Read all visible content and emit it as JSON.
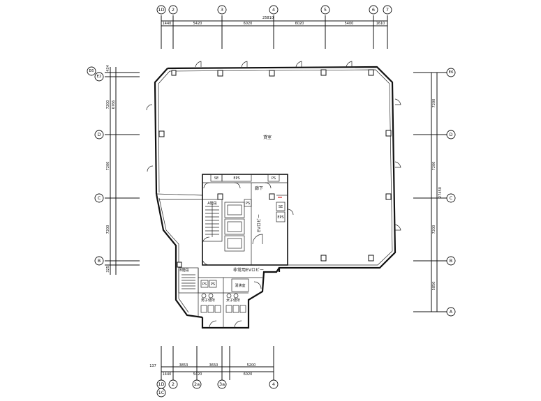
{
  "grid_top": [
    "1D",
    "2",
    "3",
    "4",
    "5",
    "6",
    "7"
  ],
  "grid_bottom": [
    "1D",
    "2",
    "2a",
    "3a",
    "4"
  ],
  "grid_bottom_extra": "1C",
  "grid_right": [
    "E6",
    "D",
    "C",
    "B",
    "A"
  ],
  "grid_left": [
    "E6",
    "E2",
    "D",
    "C",
    "B"
  ],
  "dims_top_total": "25810",
  "dims_top": [
    "1440",
    "5420",
    "6020",
    "6020",
    "5400",
    "1610"
  ],
  "dims_bottom_row1": [
    "137",
    "3853",
    "3650",
    "5200"
  ],
  "dims_bottom_row2": [
    "1440",
    "5420",
    "6020"
  ],
  "dims_right": [
    "7200",
    "7200",
    "7200",
    "5850"
  ],
  "dims_right_total": "27450",
  "dims_left": [
    "434",
    "7200",
    "6766",
    "7200",
    "7200",
    "325"
  ],
  "rooms": {
    "main": "貸室",
    "corridor": "廊下",
    "ev_lobby": "EVロビー",
    "emergency_ev_lobby": "非常用EVロビー",
    "stair_a": "A階段",
    "stair_b": "B階段",
    "mens_wc": "男子便所",
    "womens_wc": "女子便所",
    "hot_water": "湯沸室",
    "se": "SE",
    "eps": "EPS",
    "ps": "PS",
    "ps2": "PS",
    "eps2": "EPS",
    "se2": "SE",
    "ps3": "PS",
    "ps4": "PS"
  }
}
